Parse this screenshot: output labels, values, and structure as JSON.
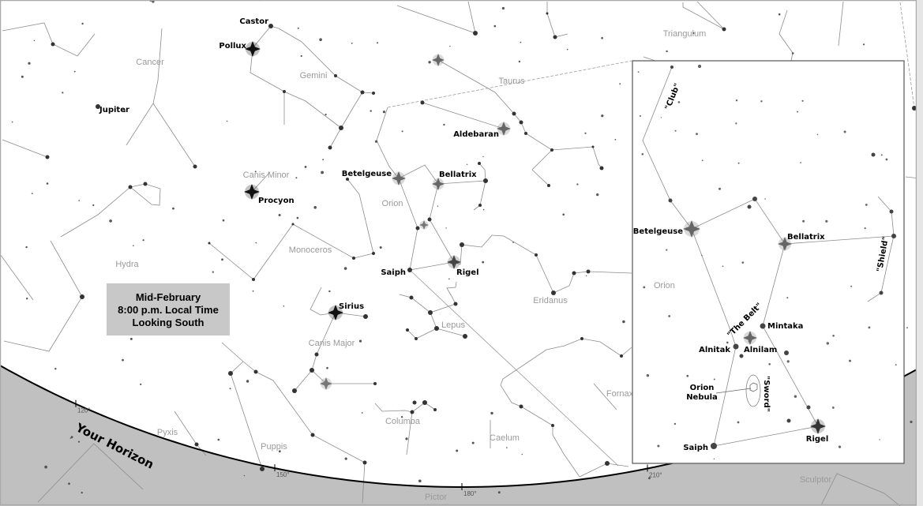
{
  "info_box": {
    "lines": [
      "Mid-February",
      "8:00 p.m. Local Time",
      "Looking South"
    ]
  },
  "horizon": {
    "label": "Your Horizon",
    "ticks": [
      "120°",
      "150°",
      "180°",
      "210°"
    ]
  },
  "constellations": [
    "Cancer",
    "Gemini",
    "Canis Minor",
    "Orion",
    "Monoceros",
    "Hydra",
    "Taurus",
    "Eridanus",
    "Lepus",
    "Canis Major",
    "Columba",
    "Pyxis",
    "Puppis",
    "Caelum",
    "Fornax",
    "Triangulum",
    "Sculptor",
    "Pictor"
  ],
  "stars": [
    "Castor",
    "Pollux",
    "Jupiter",
    "Procyon",
    "Betelgeuse",
    "Bellatrix",
    "Aldebaran",
    "Saiph",
    "Rigel",
    "Sirius"
  ],
  "inset": {
    "constellation": "Orion",
    "stars": [
      "Betelgeuse",
      "Bellatrix",
      "Mintaka",
      "Alnilam",
      "Alnitak",
      "Saiph",
      "Rigel"
    ],
    "asterisms": [
      "\"Club\"",
      "\"Shield\"",
      "\"The Belt\"",
      "\"Sword\""
    ],
    "nebula": [
      "Orion",
      "Nebula"
    ]
  },
  "colors": {
    "sky": "#ffffff",
    "below_horizon": "#c0c0c0",
    "info_box": "#c8c8c8",
    "constellation_label": "#9a9a9a",
    "line": "#8c8c8c"
  }
}
